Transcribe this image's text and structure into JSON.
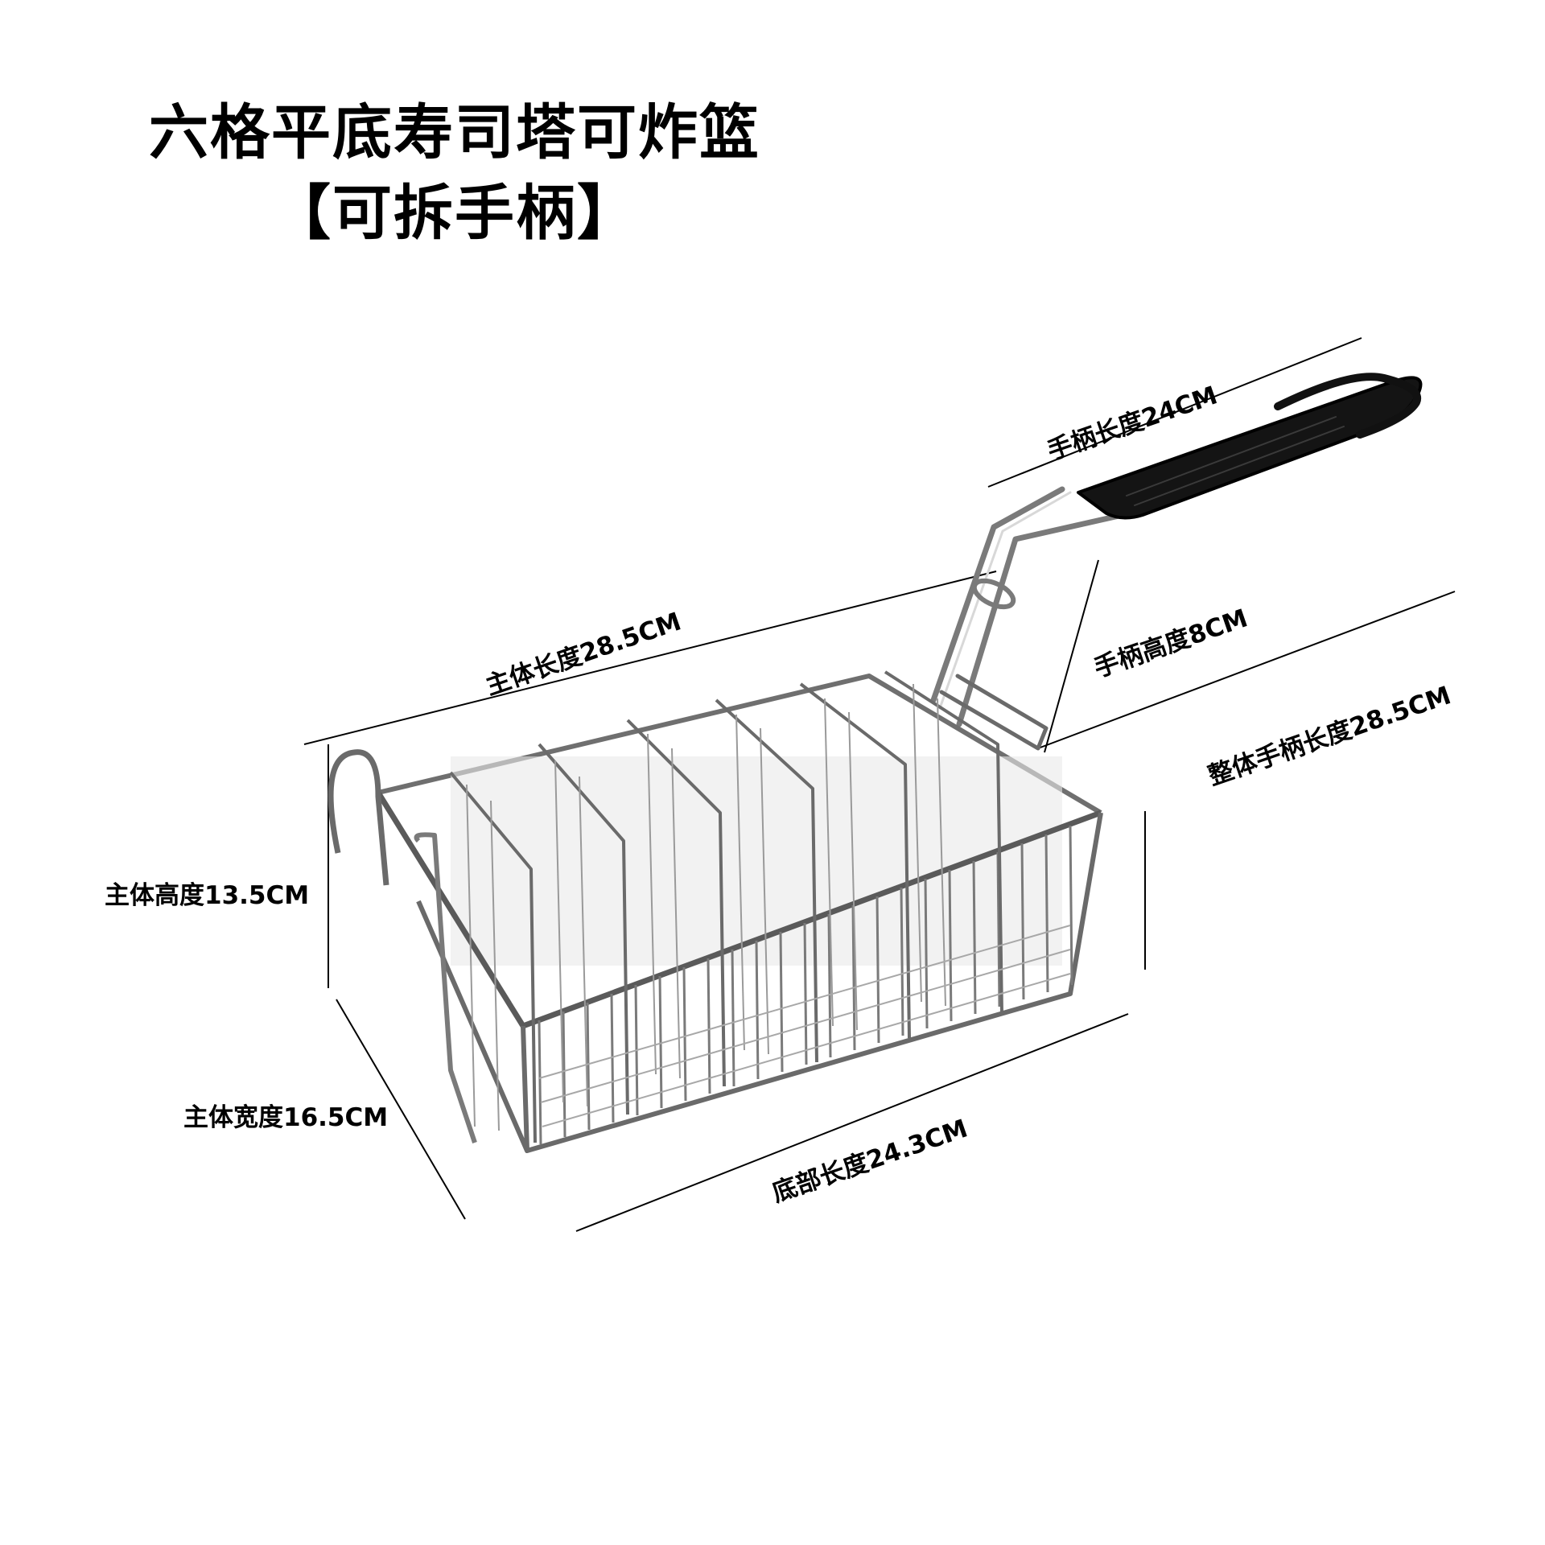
{
  "title": {
    "line1": "六格平底寿司塔可炸篮",
    "line2": "【可拆手柄】"
  },
  "dimensions": {
    "handle_length": "手柄长度24CM",
    "handle_height": "手柄高度8CM",
    "overall_handle_length": "整体手柄长度28.5CM",
    "body_length": "主体长度28.5CM",
    "body_height": "主体高度13.5CM",
    "body_width": "主体宽度16.5CM",
    "bottom_length": "底部长度24.3CM"
  },
  "colors": {
    "wire": "#8a8a8a",
    "wire_dark": "#4a4a4a",
    "grip": "#111111"
  }
}
